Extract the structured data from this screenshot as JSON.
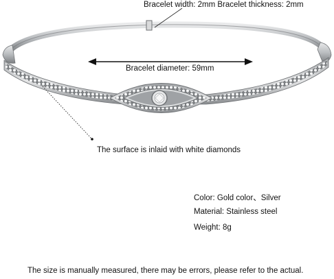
{
  "annotations": {
    "width_thickness": "Bracelet width: 2mm Bracelet thickness: 2mm",
    "diameter": "Bracelet diameter:  59mm",
    "surface": "The surface is inlaid with white diamonds"
  },
  "specs": {
    "color": "Color:  Gold color、Silver",
    "material": "Material:  Stainless steel",
    "weight": "Weight:  8g"
  },
  "note": "The size is manually measured, there may be errors, please refer to the actual.",
  "colors": {
    "metal": "#c9cbcd",
    "metal_dark": "#8c8f92",
    "diamond": "#ffffff"
  }
}
